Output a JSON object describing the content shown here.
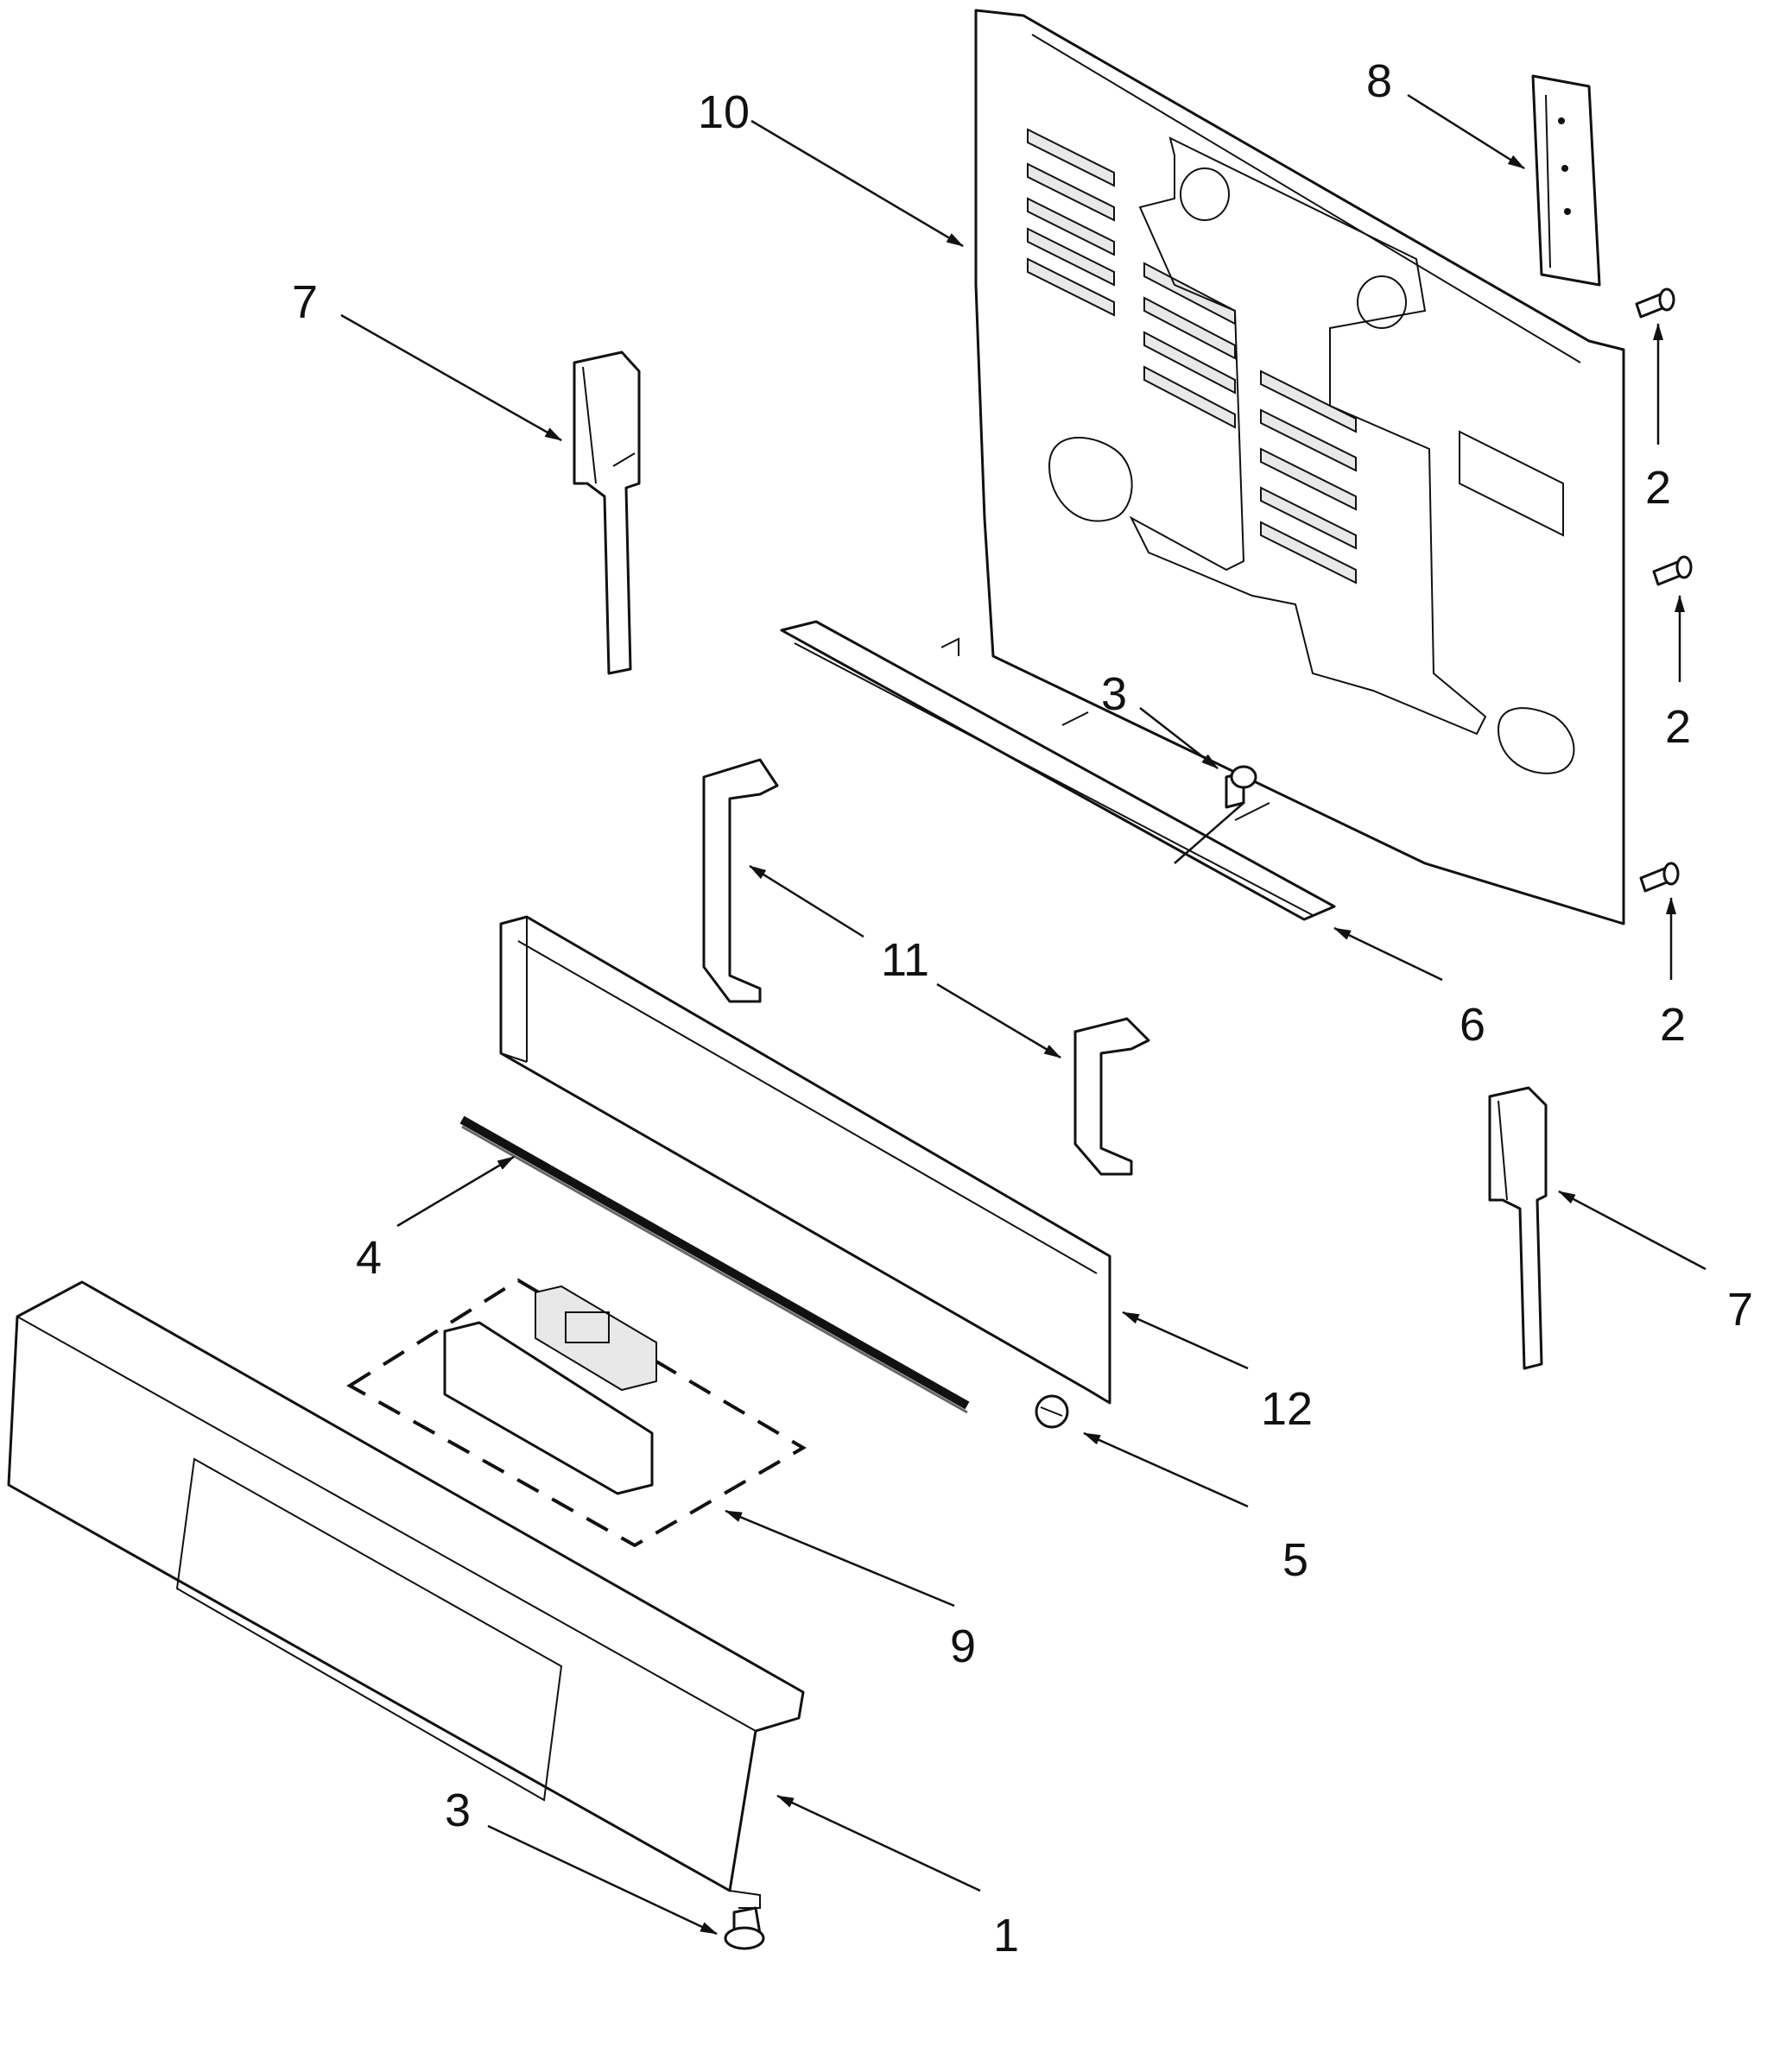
{
  "callouts": [
    {
      "id": "c10",
      "label": "10"
    },
    {
      "id": "c8",
      "label": "8"
    },
    {
      "id": "c7a",
      "label": "7"
    },
    {
      "id": "c2a",
      "label": "2"
    },
    {
      "id": "c2b",
      "label": "2"
    },
    {
      "id": "c2c",
      "label": "2"
    },
    {
      "id": "c3a",
      "label": "3"
    },
    {
      "id": "c11",
      "label": "11"
    },
    {
      "id": "c6",
      "label": "6"
    },
    {
      "id": "c4",
      "label": "4"
    },
    {
      "id": "c7b",
      "label": "7"
    },
    {
      "id": "c12",
      "label": "12"
    },
    {
      "id": "c5",
      "label": "5"
    },
    {
      "id": "c9",
      "label": "9"
    },
    {
      "id": "c3b",
      "label": "3"
    },
    {
      "id": "c1",
      "label": "1"
    }
  ],
  "colors": {
    "line": "#111111",
    "background": "#ffffff"
  }
}
